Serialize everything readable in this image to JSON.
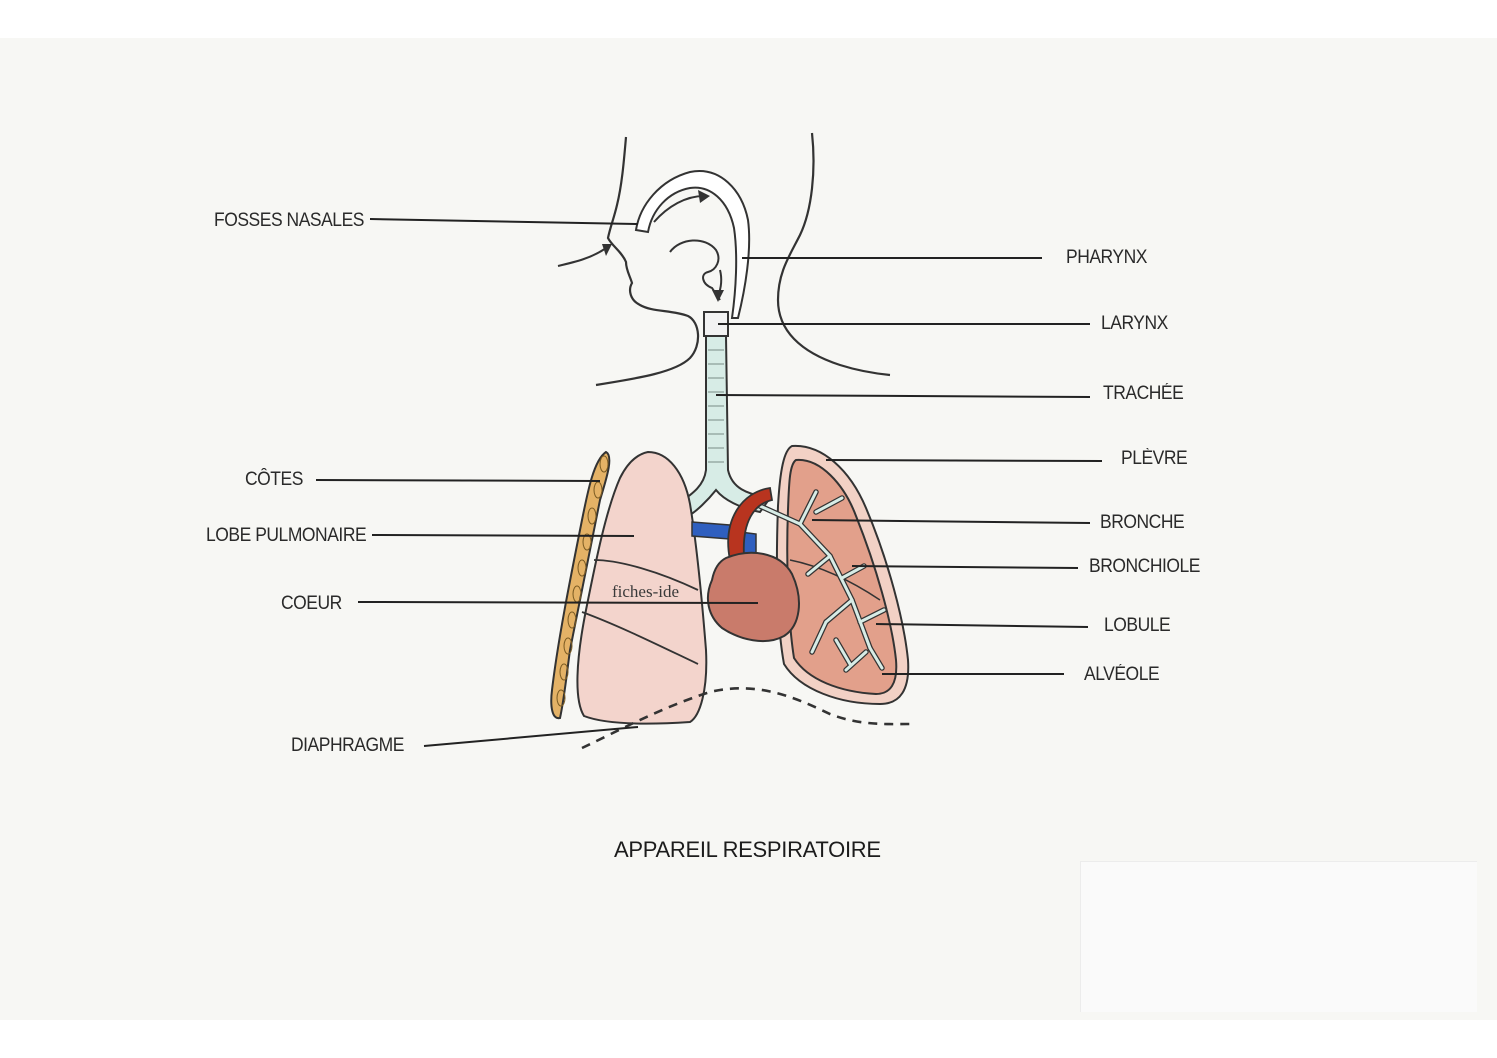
{
  "labels": {
    "fosses_nasales": "FOSSES NASALES",
    "pharynx": "PHARYNX",
    "larynx": "LARYNX",
    "trachee": "TRACHÉE",
    "plevre": "PLÈVRE",
    "cotes": "CÔTES",
    "bronche": "BRONCHE",
    "lobe_pulmonaire": "LOBE PULMONAIRE",
    "bronchiole": "BRONCHIOLE",
    "coeur": "COEUR",
    "lobule": "LOBULE",
    "alveole": "ALVÉOLE",
    "diaphragme": "DIAPHRAGME"
  },
  "title": "APPAREIL RESPIRATOIRE",
  "watermark": "fiches-ide",
  "colors": {
    "outline": "#333333",
    "trachea": "#d7ece6",
    "lung_left": "#f3d4cc",
    "lung_right": "#e2a08b",
    "heart": "#c97b6b",
    "aorta": "#b8341f",
    "vein": "#2f5fbf",
    "ribs": "#e4b266"
  }
}
